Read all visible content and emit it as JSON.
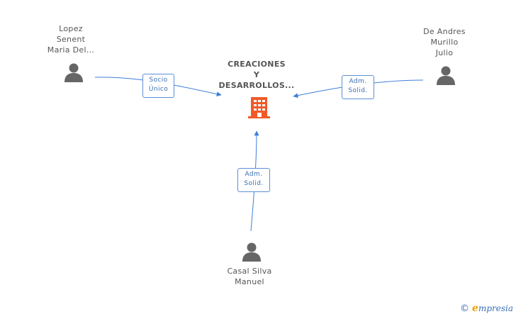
{
  "company": {
    "name_lines": [
      "CREACIONES",
      "Y",
      "DESARROLLOS..."
    ],
    "icon": "building-icon",
    "color": "#f05a28"
  },
  "people": [
    {
      "id": "lopez",
      "name_lines": [
        "Lopez",
        "Senent",
        "Maria Del..."
      ],
      "icon": "person-icon"
    },
    {
      "id": "deandres",
      "name_lines": [
        "De Andres",
        "Murillo",
        "Julio"
      ],
      "icon": "person-icon"
    },
    {
      "id": "casal",
      "name_lines": [
        "Casal Silva",
        "Manuel"
      ],
      "icon": "person-icon"
    }
  ],
  "relations": [
    {
      "from": "lopez",
      "label_lines": [
        "Socio",
        "Único"
      ]
    },
    {
      "from": "deandres",
      "label_lines": [
        "Adm.",
        "Solid."
      ]
    },
    {
      "from": "casal",
      "label_lines": [
        "Adm.",
        "Solid."
      ]
    }
  ],
  "colors": {
    "edge": "#3d7fd9",
    "person": "#666666",
    "label_text": "#555555",
    "rel_border": "#5b8fd6"
  },
  "footer": {
    "copyright_symbol": "©",
    "brand_first": "e",
    "brand_rest": "mpresia"
  }
}
